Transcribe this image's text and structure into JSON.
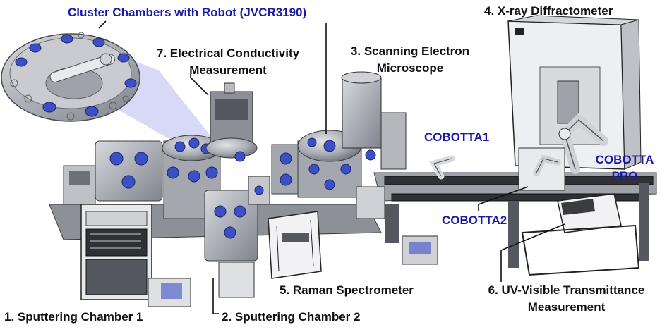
{
  "labels": {
    "cluster": "Cluster Chambers with Robot (JVCR3190)",
    "electrical_line1": "7. Electrical Conductivity",
    "electrical_line2": "Measurement",
    "sem_line1": "3. Scanning Electron",
    "sem_line2": "Microscope",
    "xrd": "4. X-ray Diffractometer",
    "cobotta1": "COBOTTA1",
    "cobotta_pro_line1": "COBOTTA",
    "cobotta_pro_line2": "PRO",
    "cobotta2": "COBOTTA2",
    "raman": "5. Raman Spectrometer",
    "uv_line1": "6. UV-Visible Transmittance",
    "uv_line2": "Measurement",
    "sputter1": "1. Sputtering Chamber 1",
    "sputter2": "2. Sputtering Chamber 2"
  },
  "colors": {
    "label_blue": "#1a1aa6",
    "label_black": "#111111",
    "steel": "#9a9da3",
    "steel_dark": "#5d6066",
    "frame": "#2a2a2a",
    "viewport": "#3c4fc4",
    "callout": "#b7b9ee"
  }
}
